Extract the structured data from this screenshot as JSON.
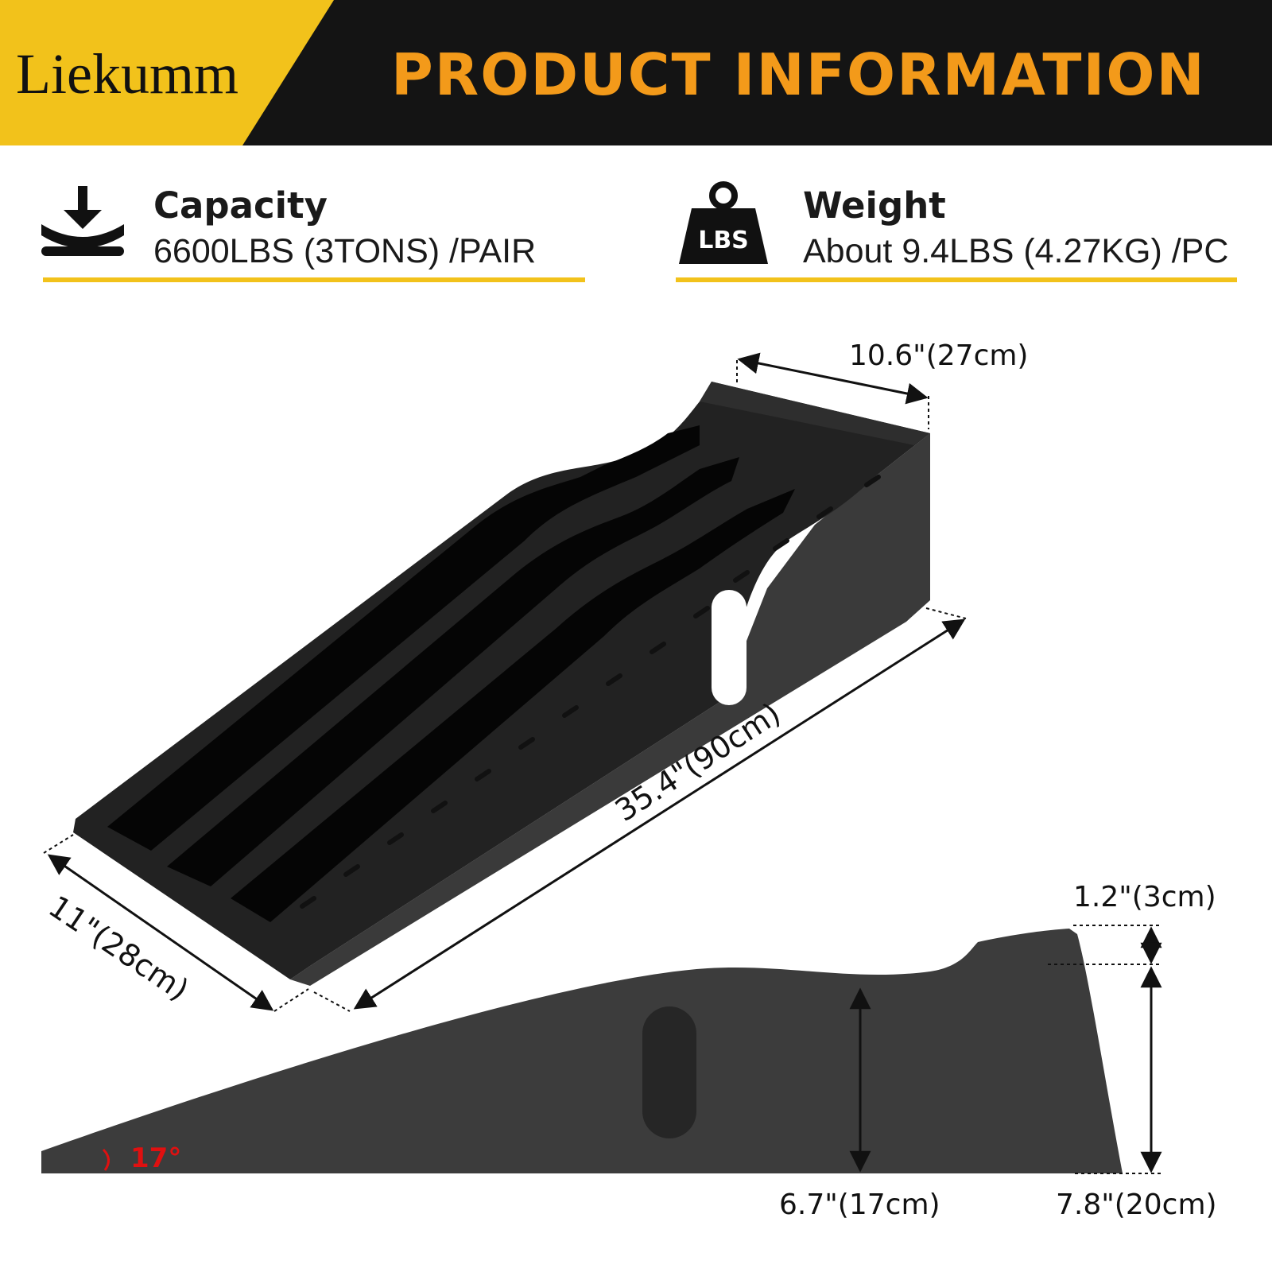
{
  "header": {
    "brand": "Liekumm",
    "title": "PRODUCT INFORMATION",
    "brand_color": "#f2c21b",
    "title_color": "#f39a1a"
  },
  "specs": {
    "capacity": {
      "icon": "weight-press-icon",
      "title": "Capacity",
      "value": "6600LBS (3TONS) /PAIR"
    },
    "weight": {
      "icon": "weight-lbs-icon",
      "icon_text": "LBS",
      "title": "Weight",
      "value": "About 9.4LBS (4.27KG) /PC"
    }
  },
  "dimensions": {
    "top_width": "10.6\"(27cm)",
    "length": "35.4\"(90cm)",
    "bottom_width": "11\"(28cm)",
    "lip_height": "1.2\"(3cm)",
    "mid_height": "6.7\"(17cm)",
    "total_height": "7.8\"(20cm)",
    "angle": "17°"
  }
}
